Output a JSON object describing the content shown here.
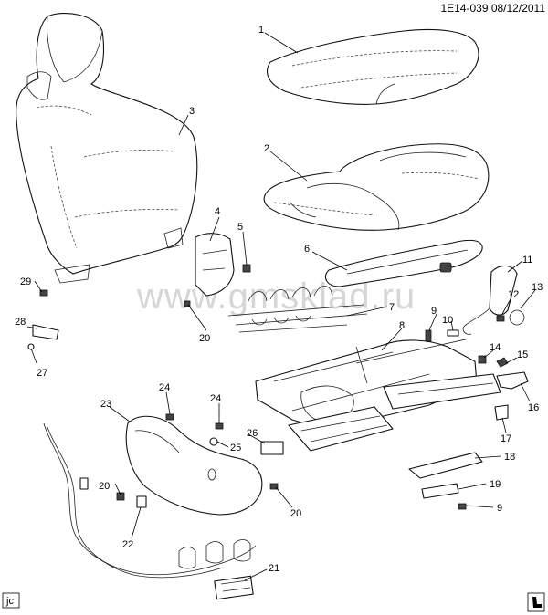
{
  "header": {
    "ref": "1E14-039  08/12/2011"
  },
  "footer": {
    "tag": "jc"
  },
  "watermark": "www.gmsklad.ru",
  "callouts": {
    "c1": "1",
    "c2": "2",
    "c3": "3",
    "c4": "4",
    "c5": "5",
    "c6": "6",
    "c7": "7",
    "c8": "8",
    "c9a": "9",
    "c9b": "9",
    "c10": "10",
    "c11": "11",
    "c12": "12",
    "c13": "13",
    "c14": "14",
    "c15": "15",
    "c16": "16",
    "c17": "17",
    "c18": "18",
    "c19": "19",
    "c20a": "20",
    "c20b": "20",
    "c20c": "20",
    "c21": "21",
    "c22": "22",
    "c23": "23",
    "c24a": "24",
    "c24b": "24",
    "c25": "25",
    "c26": "26",
    "c27": "27",
    "c28": "28",
    "c29": "29"
  },
  "colors": {
    "ink": "#111111",
    "watermark": "#d6d6d6",
    "background": "#ffffff"
  }
}
